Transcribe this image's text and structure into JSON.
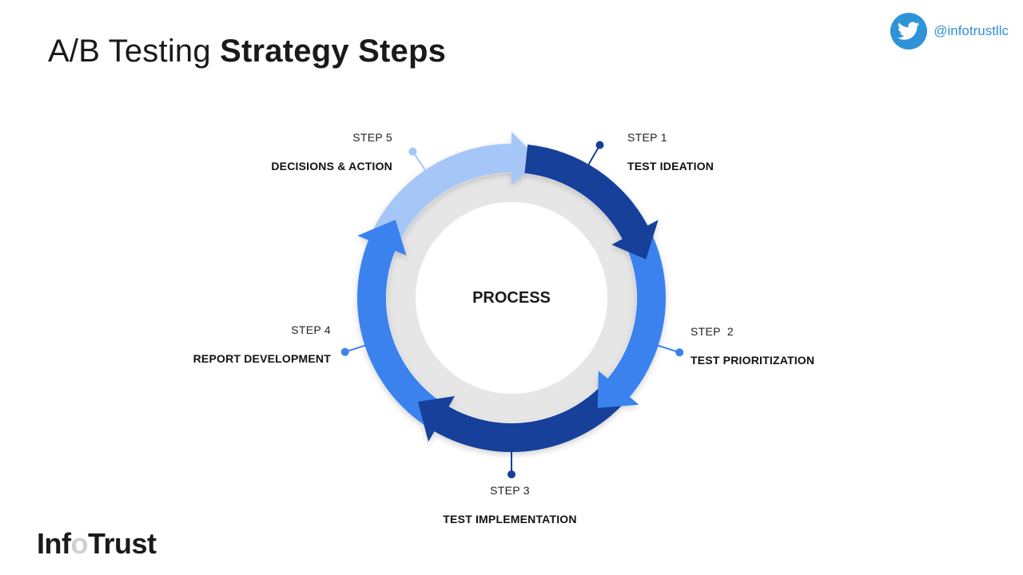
{
  "title": {
    "light": "A/B Testing",
    "bold": "Strategy Steps"
  },
  "twitter": {
    "icon": "twitter-bird-icon",
    "handle": "@infotrustllc",
    "color": "#2f93d8"
  },
  "center_label": "PROCESS",
  "steps": [
    {
      "number": "STEP 1",
      "name": "TEST IDEATION",
      "color": "#173f9a"
    },
    {
      "number": "STEP  2",
      "name": "TEST PRIORITIZATION",
      "color": "#3b82ee"
    },
    {
      "number": "STEP 3",
      "name": "TEST IMPLEMENTATION",
      "color": "#173f9a"
    },
    {
      "number": "STEP 4",
      "name": "REPORT DEVELOPMENT",
      "color": "#3b82ee"
    },
    {
      "number": "STEP 5",
      "name": "DECISIONS & ACTION",
      "color": "#a6c6f7"
    }
  ],
  "logo": {
    "text": "InfoTrust"
  }
}
